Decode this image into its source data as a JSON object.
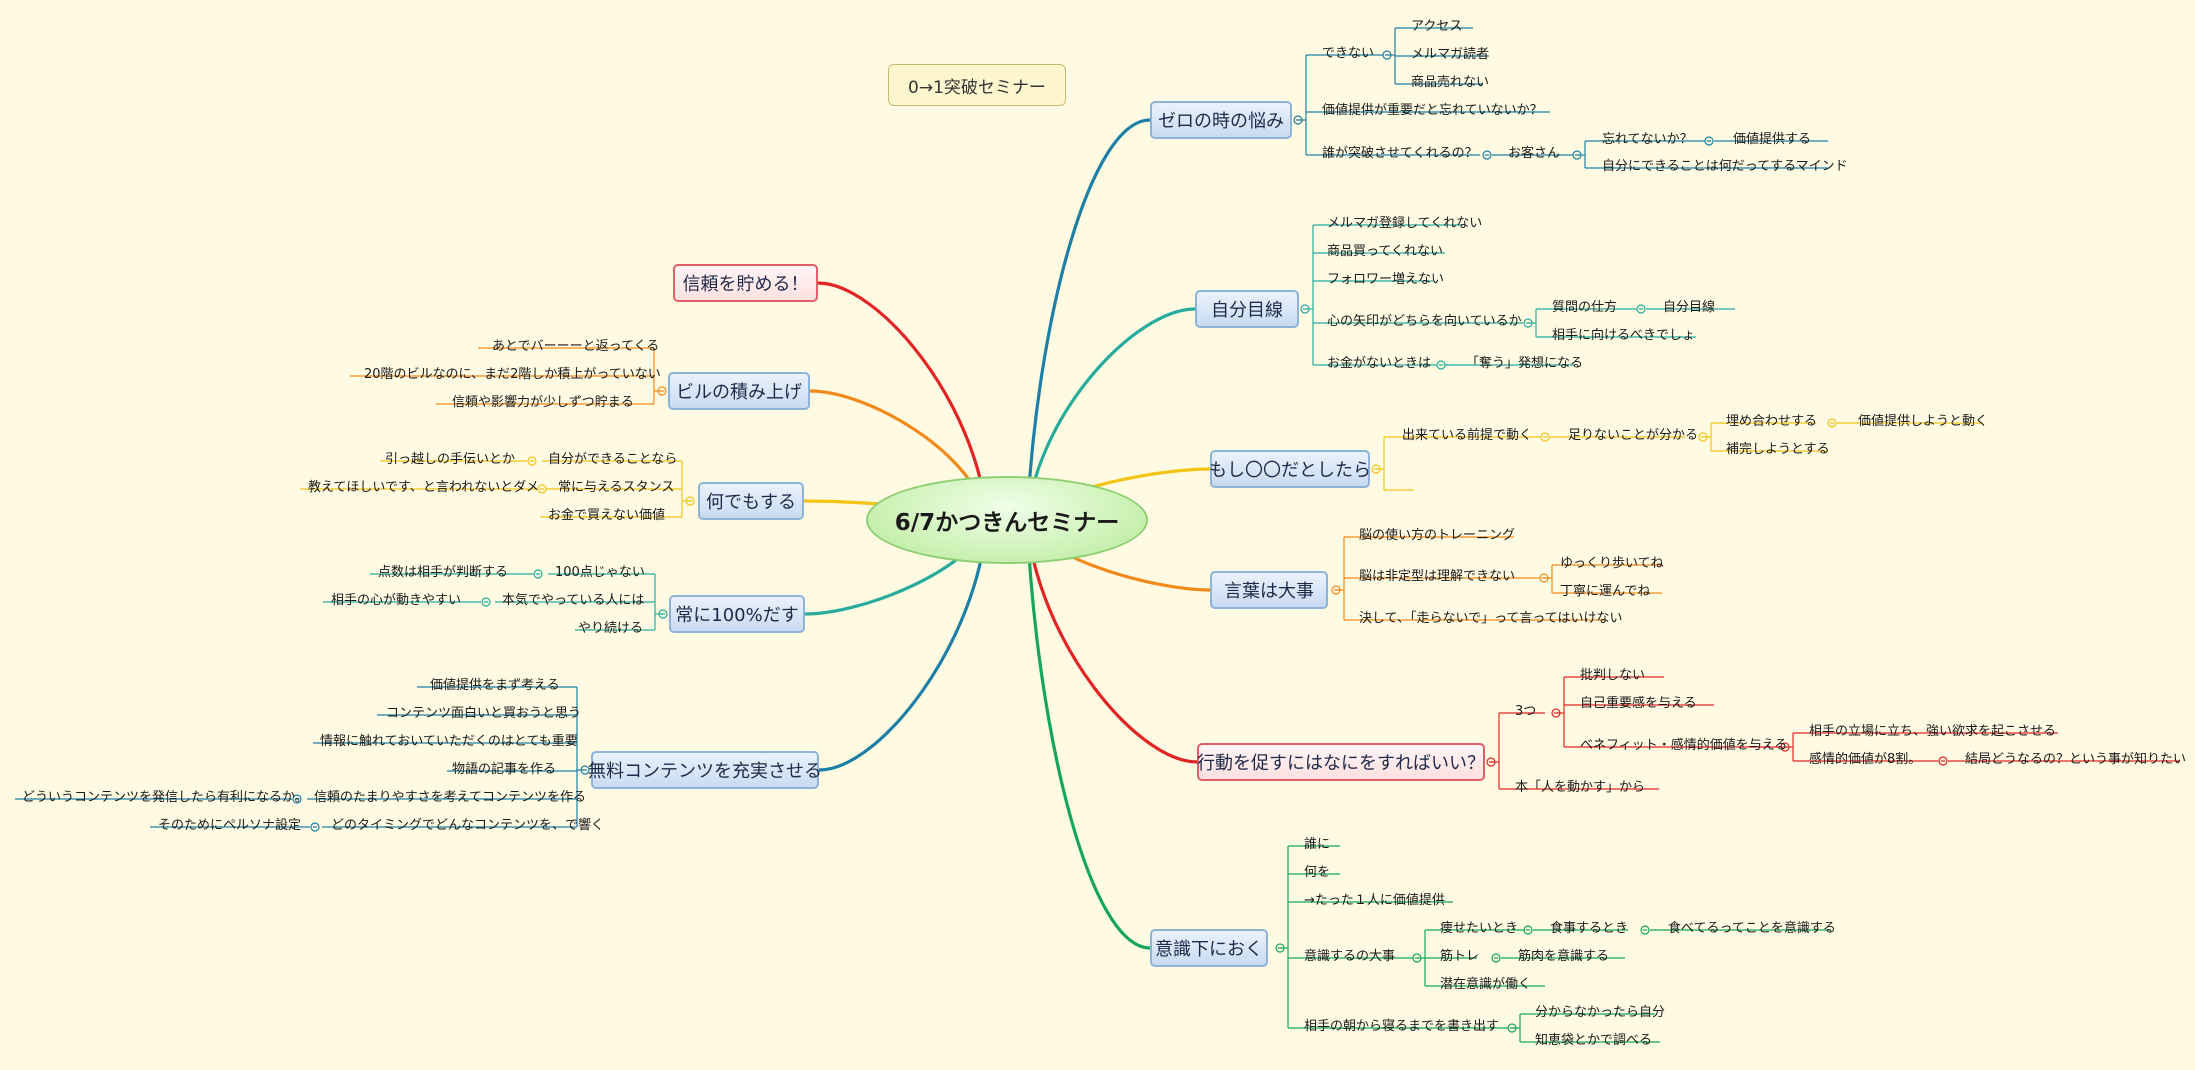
{
  "note": "0→1突破セミナー",
  "central": "6/7かつきんセミナー",
  "topics": {
    "t1": "ゼロの時の悩み",
    "t2": "自分目線",
    "t3": "もし〇〇だとしたら",
    "t4": "言葉は大事",
    "t5": "行動を促すにはなにをすればいい？",
    "t6": "意識下におく",
    "t7": "信頼を貯める！",
    "t8": "ビルの積み上げ",
    "t9": "何でもする",
    "t10": "常に100%だす",
    "t11": "無料コンテンツを充実させる"
  },
  "sub": {
    "a1": "できない",
    "a1a": "アクセス",
    "a1b": "メルマガ読者",
    "a1c": "商品売れない",
    "a2": "価値提供が重要だと忘れていないか？",
    "a3": "誰が突破させてくれるの？",
    "a3a": "お客さん",
    "a3a1": "忘れてないか？",
    "a3a1a": "価値提供する",
    "a3a2": "自分にできることは何だってするマインド",
    "b1": "メルマガ登録してくれない",
    "b2": "商品買ってくれない",
    "b3": "フォロワー増えない",
    "b4": "心の矢印がどちらを向いているか",
    "b4a": "質問の仕方",
    "b4a1": "自分目線",
    "b4b": "相手に向けるべきでしょ",
    "b5": "お金がないときは",
    "b5a": "「奪う」発想になる",
    "c1": "出来ている前提で動く",
    "c1a": "足りないことが分かる",
    "c1a1": "埋め合わせする",
    "c1a1a": "価値提供しようと動く",
    "c1a2": "補完しようとする",
    "d1": "脳の使い方のトレーニング",
    "d2": "脳は非定型は理解できない",
    "d2a": "ゆっくり歩いてね",
    "d2b": "丁寧に運んでね",
    "d3": "決して、「走らないで」って言ってはいけない",
    "e1": "3つ",
    "e1a": "批判しない",
    "e1b": "自己重要感を与える",
    "e1c": "ベネフィット・感情的価値を与える",
    "e1c1": "相手の立場に立ち、強い欲求を起こさせる",
    "e1c2": "感情的価値が8割。",
    "e1c2a": "結局どうなるの？という事が知りたい",
    "e2": "本「人を動かす」から",
    "f1": "誰に",
    "f2": "何を",
    "f3": "→たった１人に価値提供",
    "f4": "意識するの大事",
    "f4a": "痩せたいとき",
    "f4a1": "食事するとき",
    "f4a1a": "食べてるってことを意識する",
    "f4b": "筋トレ",
    "f4b1": "筋肉を意識する",
    "f4c": "潜在意識が働く",
    "f5": "相手の朝から寝るまでを書き出す",
    "f5a": "分からなかったら自分",
    "f5b": "知恵袋とかで調べる",
    "h1": "あとでバーーーと返ってくる",
    "h2": "20階のビルなのに、まだ2階しか積上がっていない",
    "h3": "信頼や影響力が少しずつ貯まる",
    "i1": "自分ができることなら",
    "i1a": "引っ越しの手伝いとか",
    "i2": "常に与えるスタンス",
    "i2a": "教えてほしいです、と言われないとダメ",
    "i3": "お金で買えない価値",
    "j1": "100点じゃない",
    "j1a": "点数は相手が判断する",
    "j2": "本気でやっている人には",
    "j2a": "相手の心が動きやすい",
    "j3": "やり続ける",
    "k1": "価値提供をまず考える",
    "k2": "コンテンツ面白いと買おうと思う",
    "k3": "情報に触れておいていただくのはとても重要",
    "k4": "物語の記事を作る",
    "k5": "信頼のたまりやすさを考えてコンテンツを作る",
    "k5a": "どういうコンテンツを発信したら有利になるか。",
    "k6": "どのタイミングでどんなコンテンツを、で響く",
    "k6a": "そのためにペルソナ設定"
  }
}
